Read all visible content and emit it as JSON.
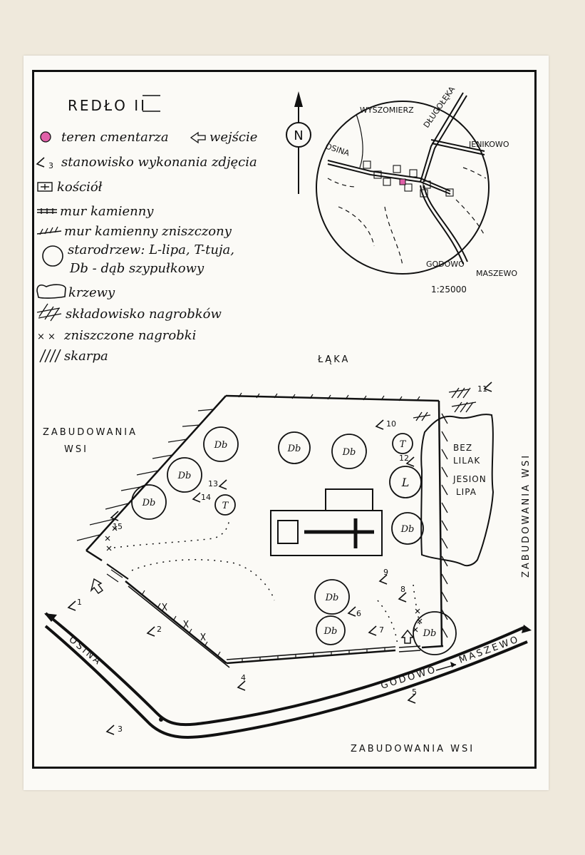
{
  "title": "REDŁO II",
  "north_symbol": "N",
  "legend": [
    {
      "id": "cemetery",
      "label": "teren cmentarza",
      "extra": "wejście"
    },
    {
      "id": "photo",
      "label": "stanowisko wykonania zdjęcia"
    },
    {
      "id": "church",
      "label": "kościół"
    },
    {
      "id": "wall",
      "label": "mur kamienny"
    },
    {
      "id": "wall-damaged",
      "label": "mur kamienny zniszczony"
    },
    {
      "id": "trees",
      "label": "starodrzew: L-lipa, T-tuja,",
      "label2": "Db - dąb szypułkowy"
    },
    {
      "id": "shrubs",
      "label": "krzewy"
    },
    {
      "id": "gravestone-store",
      "label": "składowisko nagrobków"
    },
    {
      "id": "destroyed",
      "label": "zniszczone nagrobki"
    },
    {
      "id": "slope",
      "label": "skarpa"
    }
  ],
  "inset": {
    "places": [
      "WYSZOMIERZ",
      "DŁUGOŁĘKA",
      "JENIKOWO",
      "OSINA",
      "GODOWO",
      "MASZEWO"
    ],
    "scale": "1:25000"
  },
  "map_labels": {
    "meadow": "ŁĄKA",
    "village_left_1": "ZABUDOWANIA",
    "village_left_2": "WSI",
    "village_right": "ZABUDOWANIA WSI",
    "village_bottom": "ZABUDOWANIA WSI",
    "road_osina": "OSINA",
    "road_godowo": "GODOWO",
    "road_maszewo": "MASZEWO",
    "shrub_1": "BEZ",
    "shrub_2": "LILAK",
    "shrub_3": "JESION",
    "shrub_4": "LIPA"
  },
  "trees": [
    {
      "id": "t1",
      "type": "Db"
    },
    {
      "id": "t2",
      "type": "Db"
    },
    {
      "id": "t3",
      "type": "Db"
    },
    {
      "id": "t4",
      "type": "Db"
    },
    {
      "id": "t5",
      "type": "Db"
    },
    {
      "id": "t6",
      "type": "T"
    },
    {
      "id": "t7",
      "type": "L"
    },
    {
      "id": "t8",
      "type": "Db"
    },
    {
      "id": "t9",
      "type": "T"
    },
    {
      "id": "t10",
      "type": "Db"
    },
    {
      "id": "t11",
      "type": "Db"
    },
    {
      "id": "t12",
      "type": "Db"
    }
  ],
  "photo_points": [
    "1",
    "2",
    "3",
    "4",
    "5",
    "6",
    "7",
    "8",
    "9",
    "10",
    "11",
    "12",
    "13",
    "14",
    "15"
  ],
  "colors": {
    "ink": "#111111",
    "cemetery": "#e060a8",
    "paper": "#fbfaf6"
  }
}
